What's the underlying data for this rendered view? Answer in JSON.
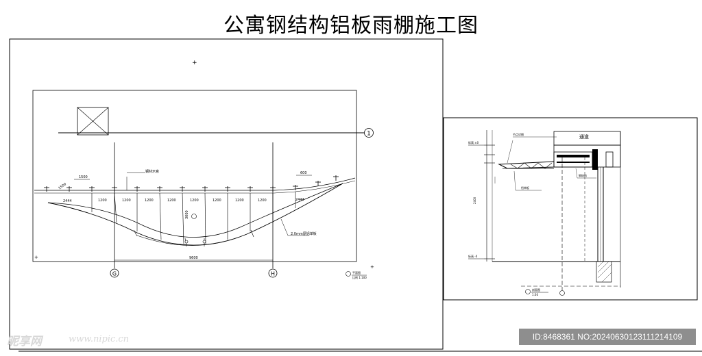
{
  "title": "公寓钢结构铝板雨棚施工图",
  "left_drawing": {
    "axis_bubbles": {
      "right": "1",
      "left_bottom": "G",
      "right_bottom": "H"
    },
    "top_dimension_labels": [
      "2444",
      "1200",
      "1200",
      "1200",
      "1200",
      "1200",
      "1200",
      "1200",
      "1200",
      "2444"
    ],
    "overall_dimension": "9600",
    "depth_dimension": "3000",
    "small_dims": [
      "1500",
      "600",
      "1500"
    ],
    "callouts": [
      "钢材示意",
      "2.0mm厚铝单板"
    ],
    "scale_note": [
      "平面图",
      "比例 1:100"
    ]
  },
  "right_drawing": {
    "room_label": "通道",
    "level_labels": [
      "标高 ±0",
      "标高 -0"
    ],
    "callouts": [
      "节点详图",
      "铝单板",
      "钢结构"
    ],
    "scale_note": [
      "剖面图",
      "1:30"
    ]
  },
  "watermark": {
    "logo": "昵享网",
    "url": "www.nipic.cn"
  },
  "image_id": "ID:8468361 NO:20240630123111214109"
}
